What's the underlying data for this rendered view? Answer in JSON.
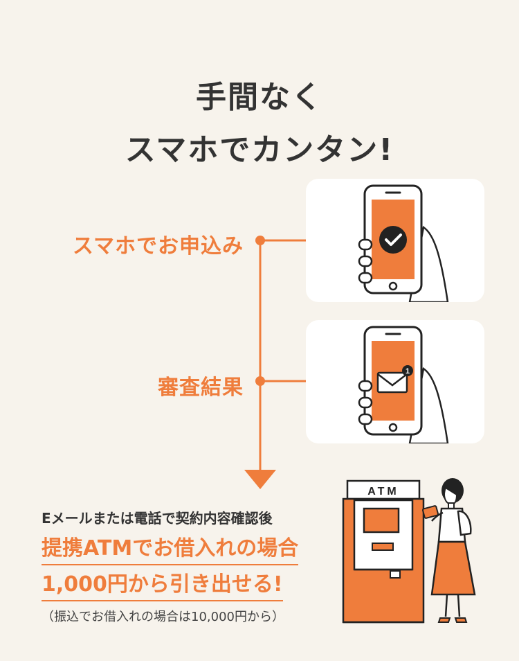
{
  "header": {
    "line1": "手間なく",
    "line2": "スマホでカンタン!"
  },
  "steps": [
    {
      "label": "スマホでお申込み",
      "screen_icon": "checkmark-icon"
    },
    {
      "label": "審査結果",
      "screen_icon": "mail-notification-icon",
      "badge": "1"
    }
  ],
  "promo": {
    "lead": "Eメールまたは電話で契約内容確認後",
    "headline1": "提携ATMでお借入れの場合",
    "headline2": "1,000円から引き出せる!",
    "note": "（振込でお借入れの場合は10,000円から）"
  },
  "atm": {
    "sign": "ATM"
  },
  "colors": {
    "accent": "#ef7d3c",
    "text": "#333333",
    "background": "#f7f3ec",
    "card": "#ffffff"
  }
}
